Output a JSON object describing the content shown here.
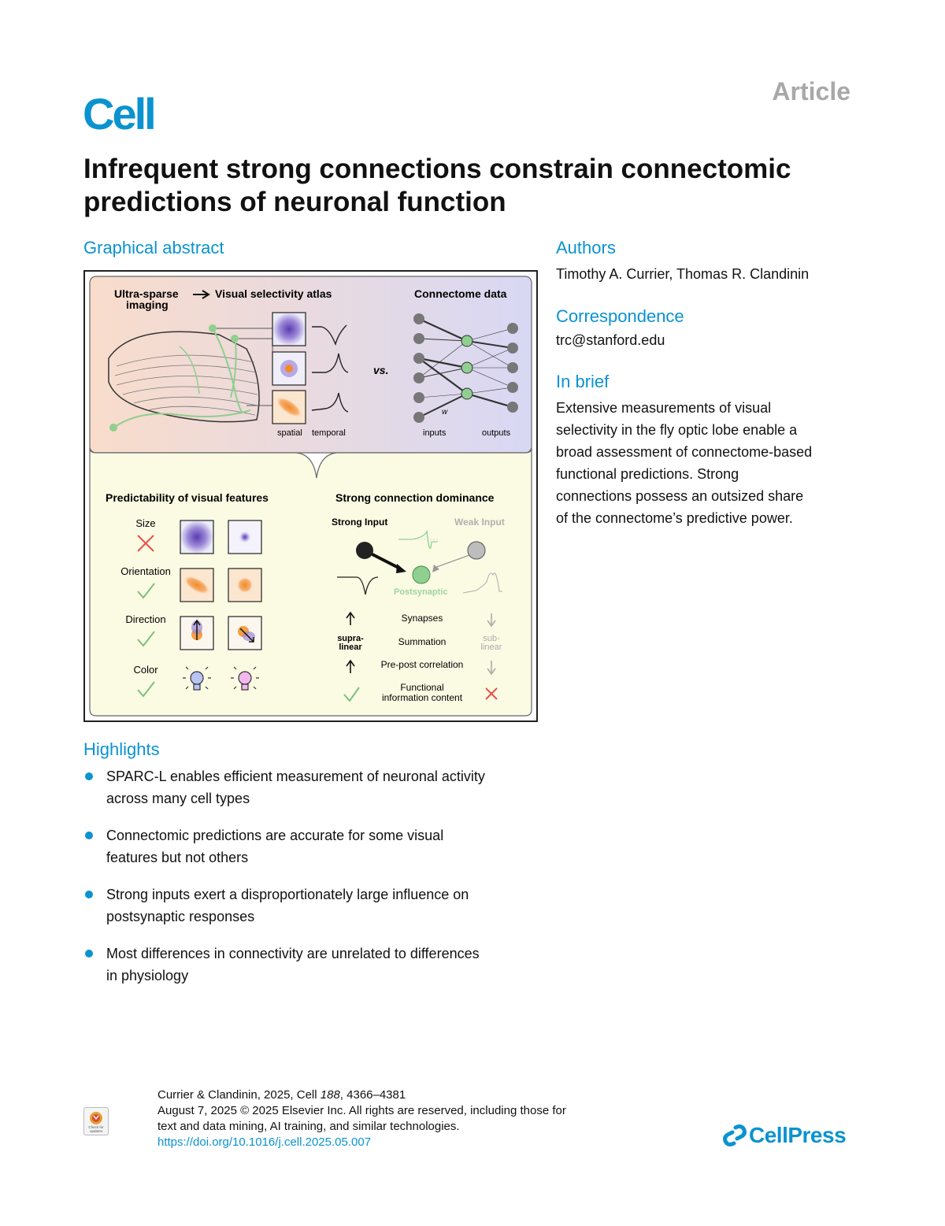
{
  "header": {
    "journal": "Cell",
    "article_type": "Article"
  },
  "title": "Infrequent strong connections constrain connectomic predictions of neuronal function",
  "graphical_abstract": {
    "heading": "Graphical abstract",
    "top": {
      "ultra_sparse": "Ultra-sparse",
      "imaging": "imaging",
      "atlas": "Visual selectivity atlas",
      "connectome": "Connectome data",
      "vs": "vs.",
      "spatial": "spatial",
      "temporal": "temporal",
      "weight": "w",
      "inputs": "inputs",
      "outputs": "outputs"
    },
    "left_panel": {
      "heading": "Predictability of visual features",
      "features": [
        {
          "label": "Size",
          "mark": "cross"
        },
        {
          "label": "Orientation",
          "mark": "check"
        },
        {
          "label": "Direction",
          "mark": "check"
        },
        {
          "label": "Color",
          "mark": "check"
        }
      ]
    },
    "right_panel": {
      "heading": "Strong connection dominance",
      "strong_input": "Strong Input",
      "weak_input": "Weak Input",
      "postsynaptic": "Postsynaptic",
      "supra_1": "supra-",
      "supra_2": "linear",
      "sub_1": "sub-",
      "sub_2": "linear",
      "rows": [
        {
          "label": "Synapses"
        },
        {
          "label": "Summation"
        },
        {
          "label": "Pre-post correlation"
        },
        {
          "label_1": "Functional",
          "label_2": "information content"
        }
      ]
    },
    "colors": {
      "top_left": "#f9dccb",
      "top_right": "#d8d8f4",
      "bottom": "#fbfbe4",
      "neuron_green": "#8fcf8f",
      "purple": "#6a4fb8",
      "orange": "#f4a040",
      "cross": "#e8504a",
      "check": "#7ec07e"
    }
  },
  "authors": {
    "heading": "Authors",
    "names": "Timothy A. Currier, Thomas R. Clandinin"
  },
  "correspondence": {
    "heading": "Correspondence",
    "email": "trc@stanford.edu"
  },
  "in_brief": {
    "heading": "In brief",
    "lines": [
      "Extensive measurements of visual",
      "selectivity in the fly optic lobe enable a",
      "broad assessment of connectome-based",
      "functional predictions. Strong",
      "connections possess an outsized share",
      "of the connectome’s predictive power."
    ]
  },
  "highlights": {
    "heading": "Highlights",
    "items": [
      {
        "line1": "SPARC-L enables efficient measurement of neuronal activity",
        "line2": "across many cell types"
      },
      {
        "line1": "Connectomic predictions are accurate for some visual",
        "line2": "features but not others"
      },
      {
        "line1": "Strong inputs exert a disproportionately large influence on",
        "line2": "postsynaptic responses"
      },
      {
        "line1": "Most differences in connectivity are unrelated to differences",
        "line2": "in physiology"
      }
    ]
  },
  "footer": {
    "citation_prefix": "Currier & Clandinin, 2025, Cell ",
    "volume": "188",
    "pages": ", 4366–4381",
    "line2": "August 7, 2025 © 2025 Elsevier Inc. All rights are reserved, including those for",
    "line3": "text and data mining, AI training, and similar technologies.",
    "doi": "https://doi.org/10.1016/j.cell.2025.05.007",
    "crossmark_1": "Check for",
    "crossmark_2": "updates",
    "publisher": "CellPress"
  }
}
